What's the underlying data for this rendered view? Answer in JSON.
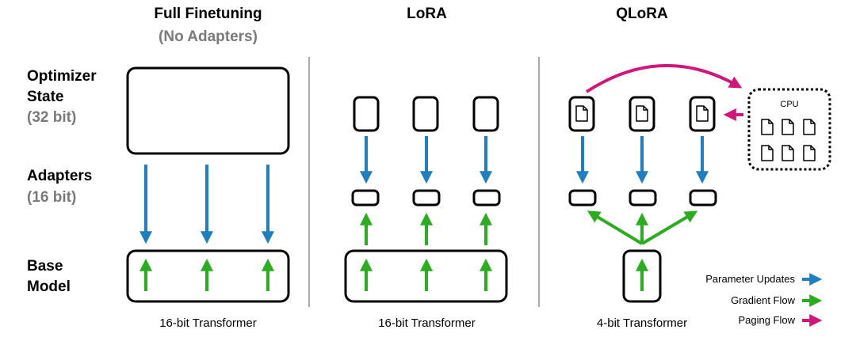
{
  "columns": [
    {
      "title": "Full Finetuning",
      "subtitle": "(No Adapters)",
      "caption": "16-bit Transformer"
    },
    {
      "title": "LoRA",
      "caption": "16-bit Transformer"
    },
    {
      "title": "QLoRA",
      "caption": "4-bit Transformer"
    }
  ],
  "rows": {
    "optimizer": {
      "line1": "Optimizer",
      "line2": "State",
      "sub": "(32 bit)"
    },
    "adapters": {
      "line1": "Adapters",
      "sub": "(16 bit)"
    },
    "base": {
      "line1": "Base",
      "line2": "Model"
    }
  },
  "cpu_label": "CPU",
  "legend": [
    {
      "label": "Parameter Updates",
      "color": "#1f7fc0"
    },
    {
      "label": "Gradient Flow",
      "color": "#2aae20"
    },
    {
      "label": "Paging Flow",
      "color": "#d0167a"
    }
  ]
}
